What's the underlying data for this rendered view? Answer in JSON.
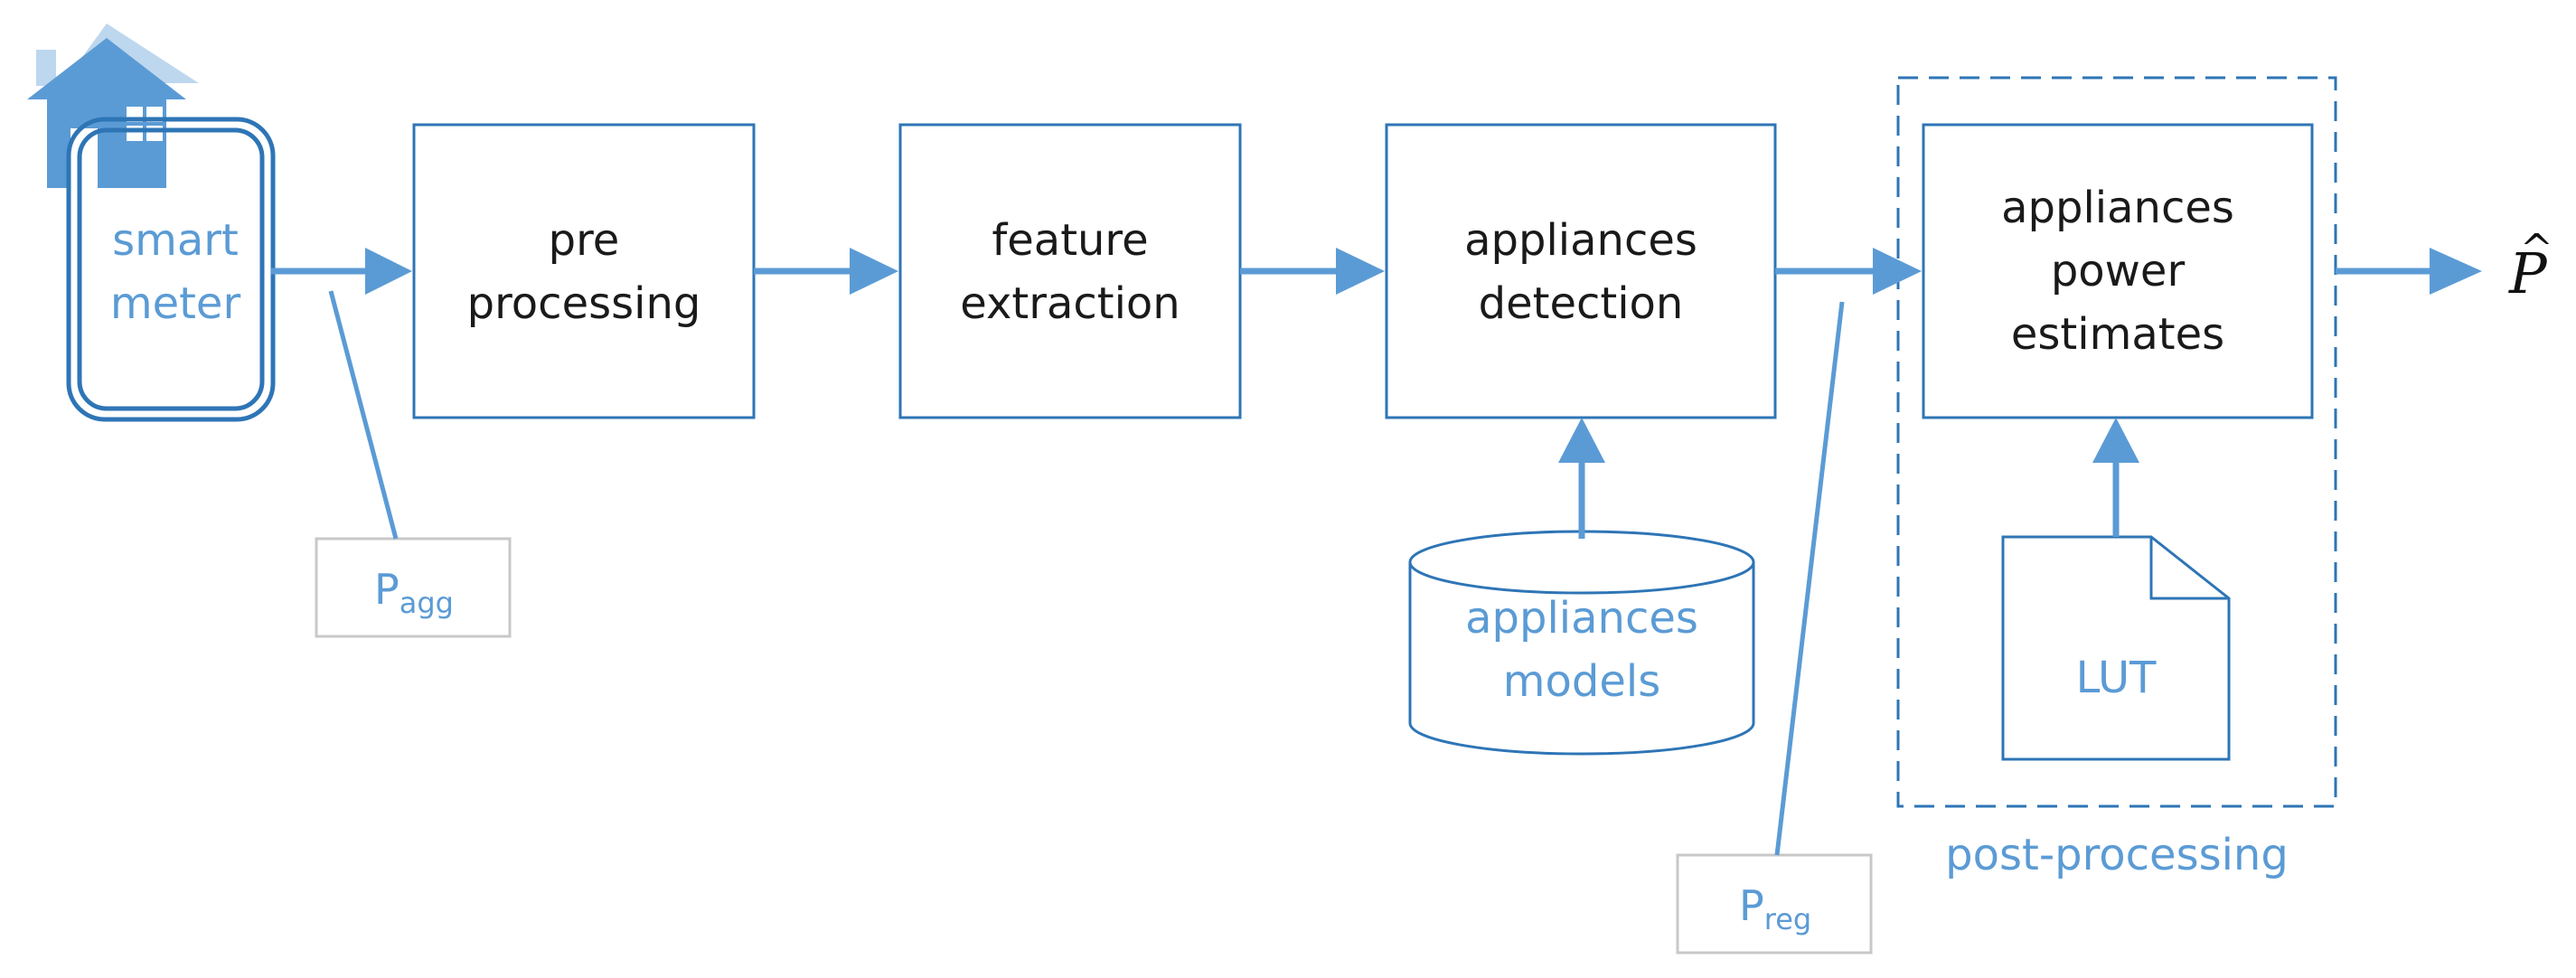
{
  "nodes": {
    "smart_meter": {
      "line1": "smart",
      "line2": "meter"
    },
    "pre_processing": {
      "line1": "pre",
      "line2": "processing"
    },
    "feature_extraction": {
      "line1": "feature",
      "line2": "extraction"
    },
    "appliances_detection": {
      "line1": "appliances",
      "line2": "detection"
    },
    "appliances_power_estimates": {
      "line1": "appliances",
      "line2": "power",
      "line3": "estimates"
    },
    "appliances_models": {
      "line1": "appliances",
      "line2": "models"
    },
    "lut": {
      "label": "LUT"
    },
    "post_processing": {
      "label": "post-processing"
    }
  },
  "inputs": {
    "p_agg": {
      "base": "P",
      "sub": "agg"
    },
    "p_reg": {
      "base": "P",
      "sub": "reg"
    }
  },
  "output": {
    "symbol": "P",
    "accent": "^"
  },
  "colors": {
    "accent": "#5b9bd5",
    "box_border": "#2e75b6",
    "text": "#1a1a1a",
    "tag_border": "#c8c8c8"
  }
}
